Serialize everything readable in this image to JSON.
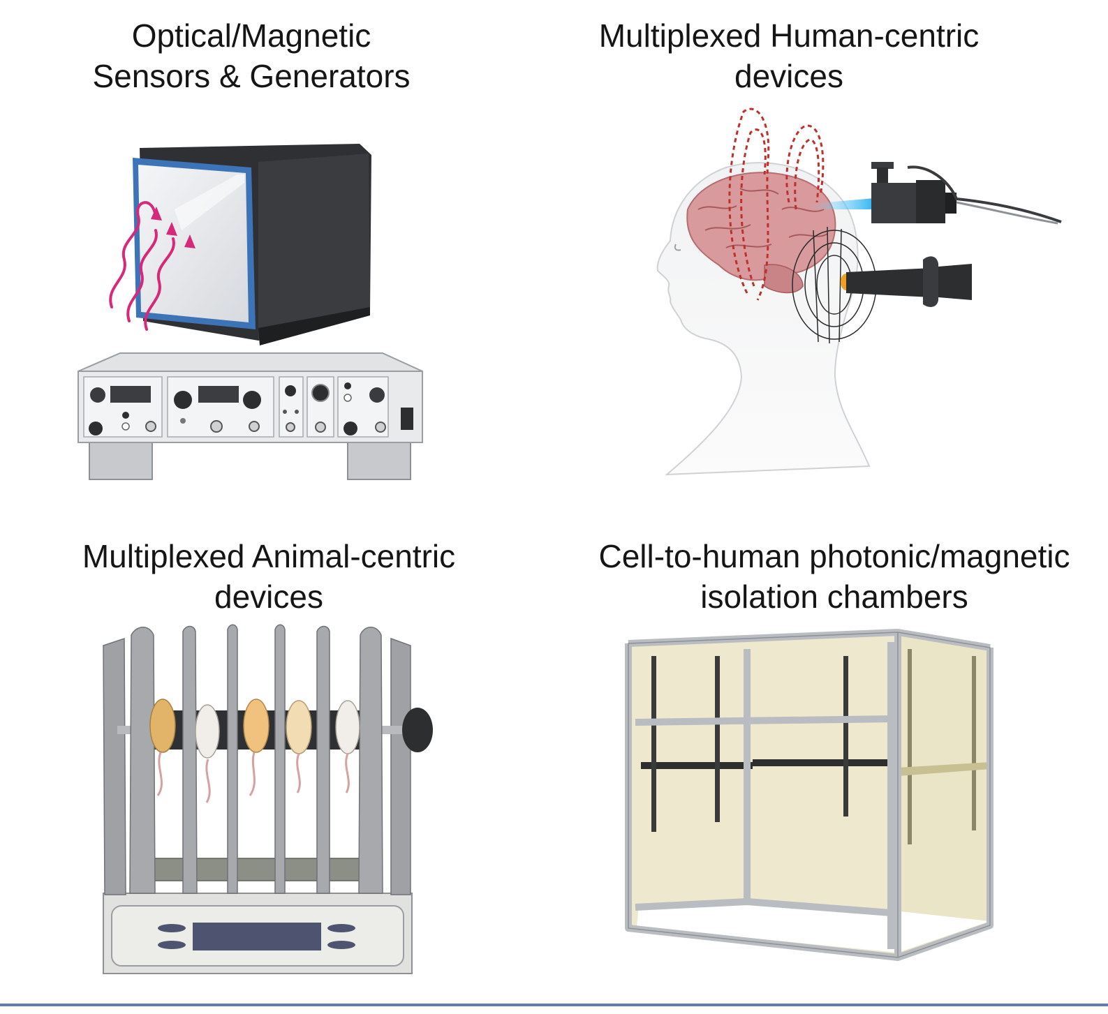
{
  "panels": [
    {
      "id": "optical",
      "title_line1": "Optical/Magnetic",
      "title_line2": "Sensors & Generators"
    },
    {
      "id": "human",
      "title_line1": "Multiplexed Human-centric",
      "title_line2": "devices"
    },
    {
      "id": "animal",
      "title_line1": "Multiplexed Animal-centric",
      "title_line2": "devices"
    },
    {
      "id": "chamber",
      "title_line1": "Cell-to-human photonic/magnetic",
      "title_line2": "isolation chambers"
    }
  ],
  "colors": {
    "title_text": "#151515",
    "wave_magenta": "#d6297a",
    "field_red": "#c0302b",
    "brain_pink": "#d89a9c",
    "chamber_tan": "#e7e0bd",
    "frame_gray": "#b9bcc0",
    "rule_blue": "#5f7fa6"
  },
  "icons": [
    "light-box-icon",
    "signal-generator-icon",
    "head-brain-icon",
    "camera-laser-icon",
    "tms-coil-icon",
    "rodent-rotarod-icon",
    "isolation-chamber-icon"
  ]
}
